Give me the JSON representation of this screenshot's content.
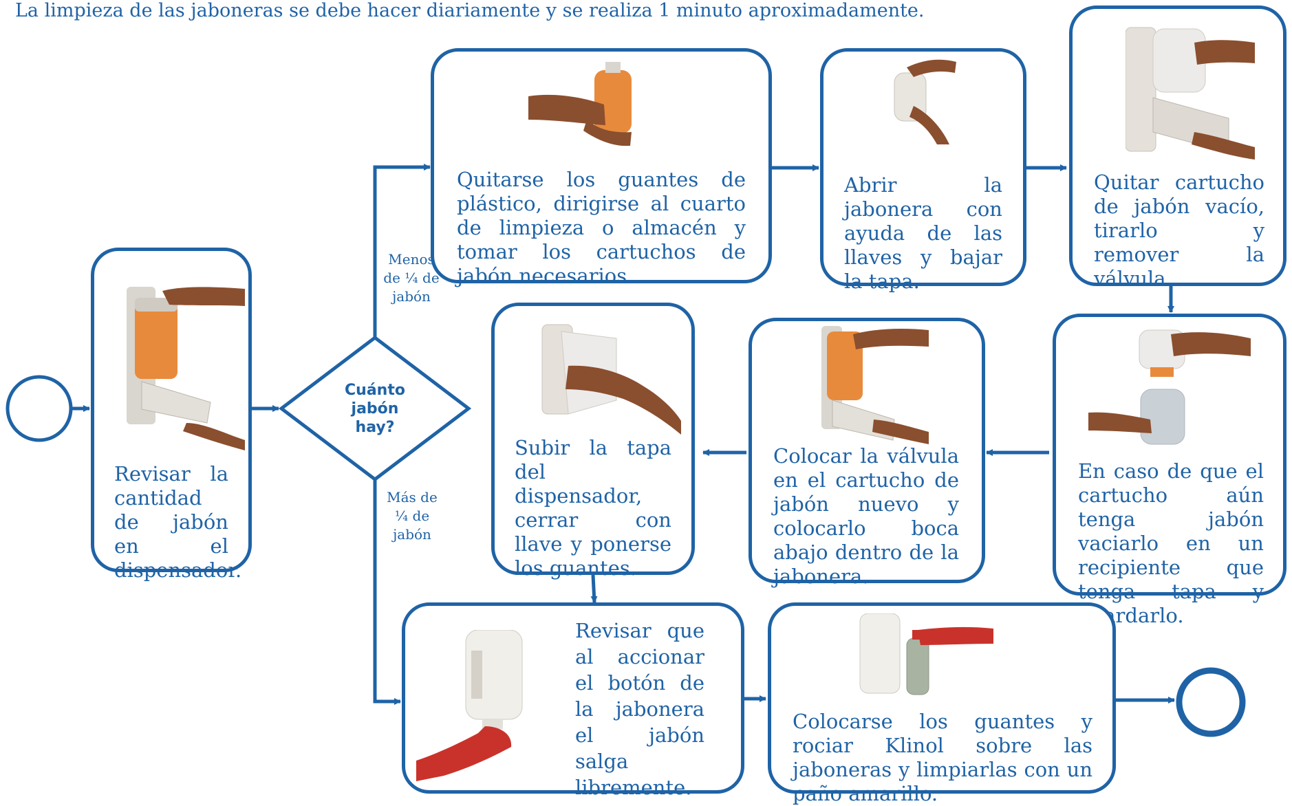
{
  "intro": "La limpieza de las jaboneras se debe hacer diariamente y se realiza 1 minuto aproximadamente.",
  "decision": "Cuánto jabón hay?",
  "branch_less": "Menos de ¼ de jabón",
  "branch_more": "Más de ¼ de jabón",
  "steps": {
    "revisar": "Revisar la cantidad de jabón en el dispensador.",
    "quitarse": "Quitarse los guantes de plástico, dirigirse al cuarto de limpieza o almacén y tomar los cartuchos de jabón necesarios.",
    "abrir": "Abrir la jabonera con ayuda de las llaves y bajar la tapa.",
    "quitar": "Quitar cartucho de jabón vacío, tirarlo y remover la válvula.",
    "vaciar": "En caso de que el cartucho aún tenga jabón vaciarlo en un recipiente que tenga tapa y guardarlo.",
    "colocar": "Colocar la válvula en el cartucho de jabón nuevo y colocarlo boca abajo dentro de la jabonera.",
    "subir": "Subir la tapa del dispensador, cerrar con llave y ponerse los guantes.",
    "revisar_boton": "Revisar que al accionar el botón de la jabonera el jabón salga libremente.",
    "rociar": "Colocarse los guantes y rociar Klinol sobre las jaboneras y limpiarlas con un paño amarillo."
  },
  "colors": {
    "primary": "#1f63a6",
    "soap": "#e88a3c",
    "skin": "#8a4f2f",
    "glove": "#c9322b"
  }
}
